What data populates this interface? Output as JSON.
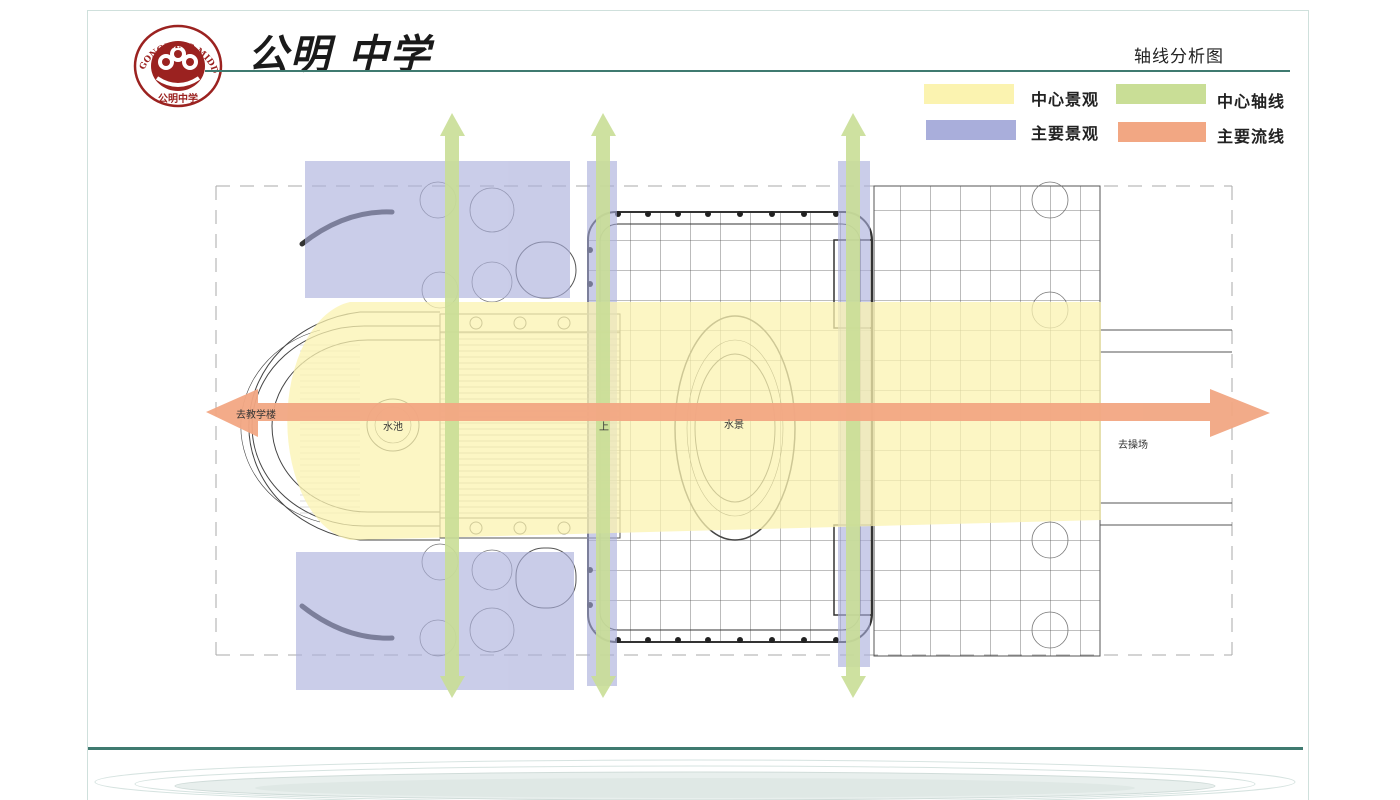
{
  "header": {
    "school_name": "公明 中学",
    "page_title": "轴线分析图",
    "logo_text": "GONGMING MIDDLE SCHOOL",
    "logo_chinese": "公明中学"
  },
  "legend": [
    {
      "label": "中心景观",
      "color": "#fbf3b0"
    },
    {
      "label": "中心轴线",
      "color": "#c9de96"
    },
    {
      "label": "主要景观",
      "color": "#a9aedb"
    },
    {
      "label": "主要流线",
      "color": "#f2a783"
    }
  ],
  "plan_labels": {
    "to_teaching_building": "去教学楼",
    "to_playground": "去操场",
    "pool": "水池",
    "fountain": "水景",
    "stair_mark": "上"
  },
  "colors": {
    "axis_line": "#3f7a70",
    "logo_red": "#9b2220"
  }
}
